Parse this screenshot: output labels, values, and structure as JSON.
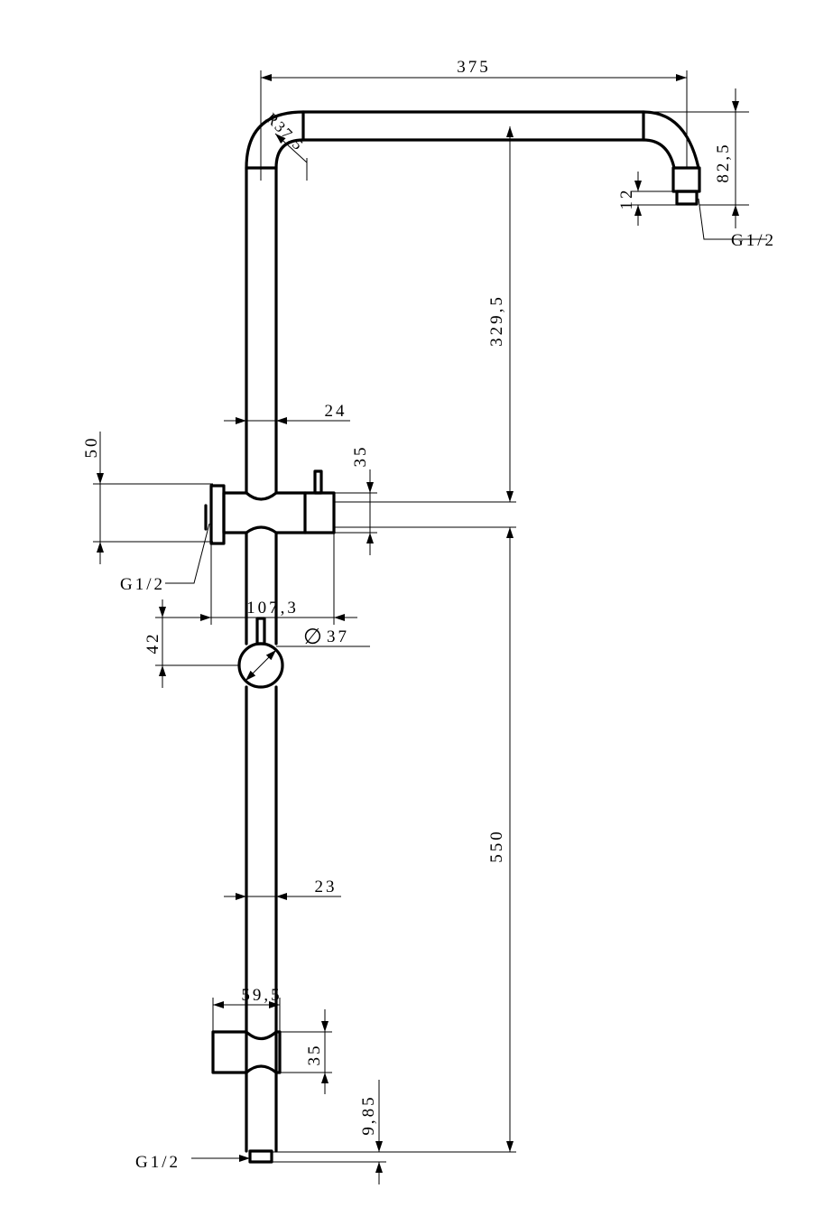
{
  "dimensions": {
    "top_width": "375",
    "bend_radius": "R37,5",
    "head_drop": "82,5",
    "thread_length_top": "12",
    "thread_top": "G1/2",
    "upper_length": "329,5",
    "pipe_diameter_upper": "24",
    "outlet_offset": "50",
    "holder_height": "35",
    "thread_diverter": "G1/2",
    "diverter_width": "107,3",
    "knob_diameter": "37",
    "knob_offset": "42",
    "lower_length": "550",
    "pipe_diameter_lower": "23",
    "slider_width": "59,5",
    "slider_height": "35",
    "bottom_offset": "9,85",
    "thread_bottom": "G1/2"
  },
  "symbols": {
    "diameter_symbol": "∅"
  }
}
